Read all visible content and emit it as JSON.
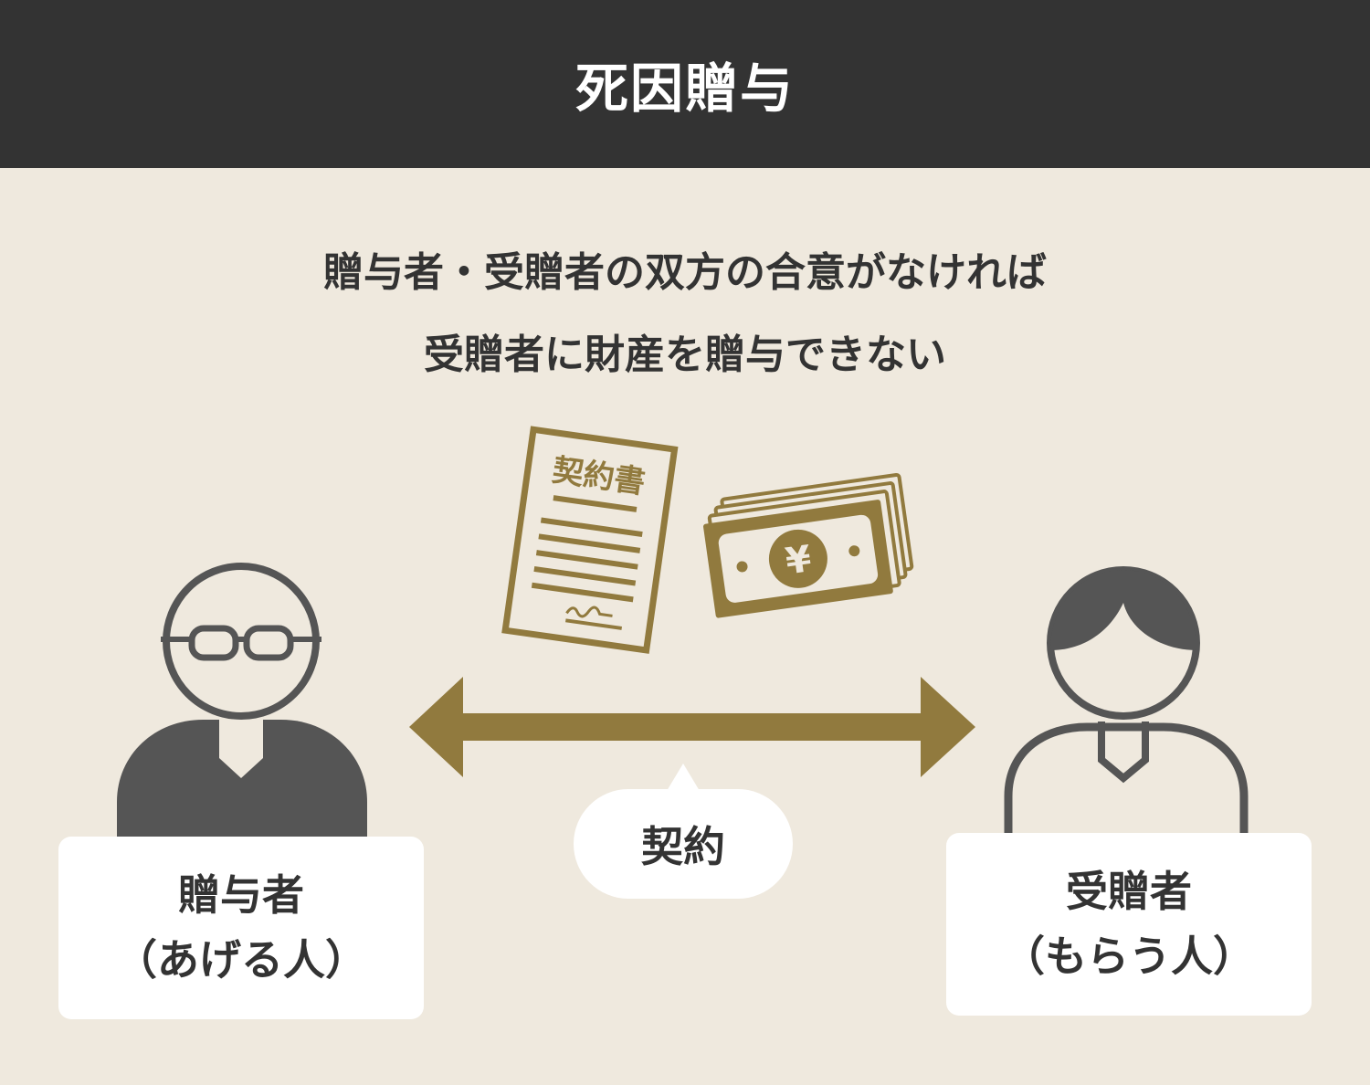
{
  "header": {
    "title": "死因贈与"
  },
  "description": {
    "line1": "贈与者・受贈者の双方の合意がなければ",
    "line2": "受贈者に財産を贈与できない"
  },
  "contract_doc": {
    "title": "契約書"
  },
  "money": {
    "symbol": "¥"
  },
  "contract_label": "契約",
  "giver": {
    "title": "贈与者",
    "subtitle": "（あげる人）"
  },
  "receiver": {
    "title": "受贈者",
    "subtitle": "（もらう人）"
  },
  "colors": {
    "header_bg": "#333333",
    "background": "#efe9de",
    "accent": "#917a3e",
    "person": "#555555"
  }
}
